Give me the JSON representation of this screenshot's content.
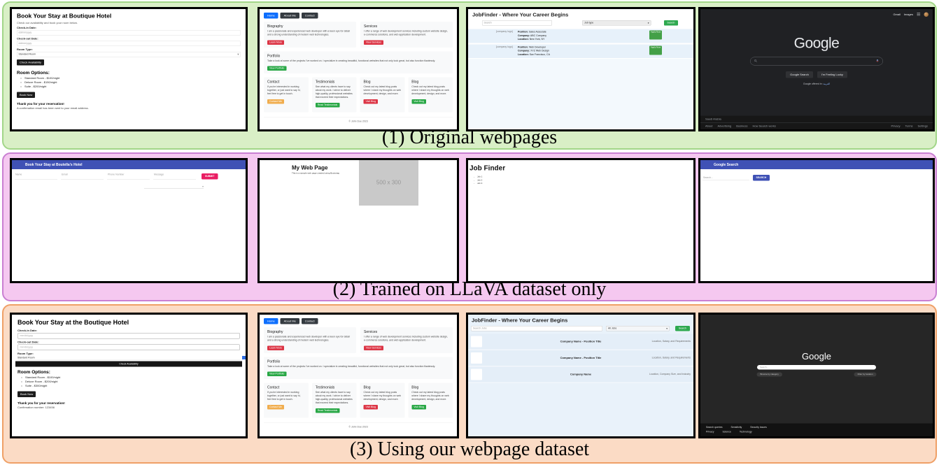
{
  "captions": {
    "row1": "(1) Original webpages",
    "row2": "(2) Trained on LLaVA dataset only",
    "row3": "(3) Using our webpage dataset"
  },
  "colors": {
    "panel_green": "#d9efc6",
    "panel_pink": "#f5c8f0",
    "panel_orange": "#fbdbc5",
    "bootstrap_blue": "#0d6efd",
    "bootstrap_dark": "#343a40",
    "bootstrap_red": "#dc3545",
    "bootstrap_green": "#28a745",
    "bootstrap_orange": "#f0ad4e",
    "indigo_header": "#3f51b5",
    "pink_submit": "#e91e63",
    "job_green": "#2ea94f",
    "google_dark_bg": "#202124"
  },
  "row1": {
    "hotel": {
      "title": "Book Your Stay at Boutique Hotel",
      "subtitle": "Check our availability and book your room below.",
      "checkin_label": "Check-in Date:",
      "checkin_placeholder": "dd/mm/yyyy",
      "checkout_label": "Check-out Date:",
      "checkout_placeholder": "dd/mm/yyyy",
      "room_type_label": "Room Type:",
      "room_type_value": "Standard Room",
      "check_availability_button": "Check Availability",
      "room_options_title": "Room Options:",
      "room_options": [
        "Standard Room - $100/night",
        "Deluxe Room - $150/night",
        "Suite - $200/night"
      ],
      "book_now_button": "Book Now",
      "thanks": "Thank you for your reservation!",
      "confirmation": "A confirmation email has been sent to your email address."
    },
    "jobfinder": {
      "title": "JobFinder - Where Your Career Begins",
      "search_placeholder": "Search",
      "filter_value": "Job type",
      "search_button": "Search",
      "apply_button": "Apply Now",
      "listings": [
        {
          "logo": "[company logo]",
          "position_label": "Position:",
          "position": "Sales Associate",
          "company_label": "Company:",
          "company": "ABC Company",
          "location_label": "Location:",
          "location": "New York, NY"
        },
        {
          "logo": "[company logo]",
          "position_label": "Position:",
          "position": "Web Developer",
          "company_label": "Company:",
          "company": "XYZ Web Design",
          "location_label": "Location:",
          "location": "San Francisco, CA"
        }
      ]
    },
    "google": {
      "gmail_link": "Gmail",
      "images_link": "Images",
      "logo": "Google",
      "search_button": "Google Search",
      "lucky_button": "I'm Feeling Lucky",
      "offered_in": "Google offered in:",
      "offered_lang": "العربية",
      "country": "Saudi Arabia",
      "footer_left": [
        "About",
        "Advertising",
        "Business",
        "How Search works"
      ],
      "footer_right": [
        "Privacy",
        "Terms",
        "Settings"
      ]
    }
  },
  "personal": {
    "nav": [
      "Home",
      "About Me",
      "Contact"
    ],
    "biography": {
      "title": "Biography",
      "text": "I am a passionate and experienced web developer with a keen eye for detail and a strong understanding of modern web technologies.",
      "button": "Learn More"
    },
    "services": {
      "title": "Services",
      "text": "I offer a range of web development services including custom website design, e-commerce solutions, and web application development.",
      "button": "View Services"
    },
    "portfolio": {
      "title": "Portfolio",
      "text": "Take a look at some of the projects I've worked on. I specialize in creating beautiful, functional websites that not only look great, but also function flawlessly.",
      "button": "View Portfolio"
    },
    "contact": {
      "title": "Contact",
      "text": "If you're interested in working together, or just want to say hi, feel free to get in touch.",
      "button": "Contact Me"
    },
    "testimonials": {
      "title": "Testimonials",
      "text": "See what my clients have to say about my work. I strive to deliver high-quality, professional websites that exceed their expectations.",
      "button": "Read Testimonials"
    },
    "blog1": {
      "title": "Blog",
      "text": "Check out my latest blog posts where I share my thoughts on web development, design, and more.",
      "button": "Visit Blog"
    },
    "blog2": {
      "title": "Blog",
      "text": "Check out my latest blog posts where I share my thoughts on web development, design, and more.",
      "button": "Visit Blog"
    },
    "footer": "© John Doe 2023"
  },
  "row2": {
    "hotel": {
      "header": "Book Your Stay at Boutella's Hotel",
      "fields": [
        "Name",
        "Email",
        "Phone Number",
        "Message"
      ],
      "submit_button": "SUBMIT"
    },
    "mypage": {
      "title": "My Web Page",
      "subtitle": "This is a sample web page created using Bootstrap.",
      "image_placeholder": "500 x 300"
    },
    "jobfinder": {
      "title": "Job Finder",
      "items": [
        "Job 1",
        "Job 2",
        "Job 3"
      ]
    },
    "google": {
      "header": "Google Search",
      "search_placeholder": "Search...",
      "search_button": "SEARCH"
    }
  },
  "row3": {
    "hotel": {
      "title": "Book Your Stay at the Boutique Hotel",
      "checkin_label": "Check-in Date:",
      "checkin_placeholder": "mm/dd/yyyy",
      "checkout_label": "Check-out Date:",
      "checkout_placeholder": "mm/dd/yyyy",
      "room_type_label": "Room Type:",
      "room_type_value": "Standard Room",
      "check_availability_button": "Check Availability",
      "room_options_title": "Room Options:",
      "room_options": [
        "Standard Room - $100/night",
        "Deluxe Room - $200/night",
        "Suite - $300/night"
      ],
      "book_now_button": "Book Now",
      "thanks": "Thank you for your reservation!",
      "confirmation": "Confirmation number: 123456"
    },
    "jobfinder": {
      "title": "JobFinder - Where Your Career Begins",
      "search_placeholder": "Search Jobs",
      "filter_value": "All Jobs",
      "search_button": "Search",
      "listings": [
        {
          "name": "Company Name - Position Title",
          "meta": "Location, Salary, and Requirements"
        },
        {
          "name": "Company Name - Position Title",
          "meta": "Location, Salary, and Requirements"
        },
        {
          "name": "Company Name",
          "meta": "Location, Company Size, and Industry"
        }
      ]
    },
    "google": {
      "logo": "Google",
      "search_placeholder": "Search...",
      "category_button": "Browse by category",
      "location_button": "Filter by location",
      "footer_row1": [
        "Search queries",
        "Sensitivity",
        "Security issues"
      ],
      "footer_row2": [
        "Privacy",
        "Science",
        "Technology"
      ]
    }
  }
}
